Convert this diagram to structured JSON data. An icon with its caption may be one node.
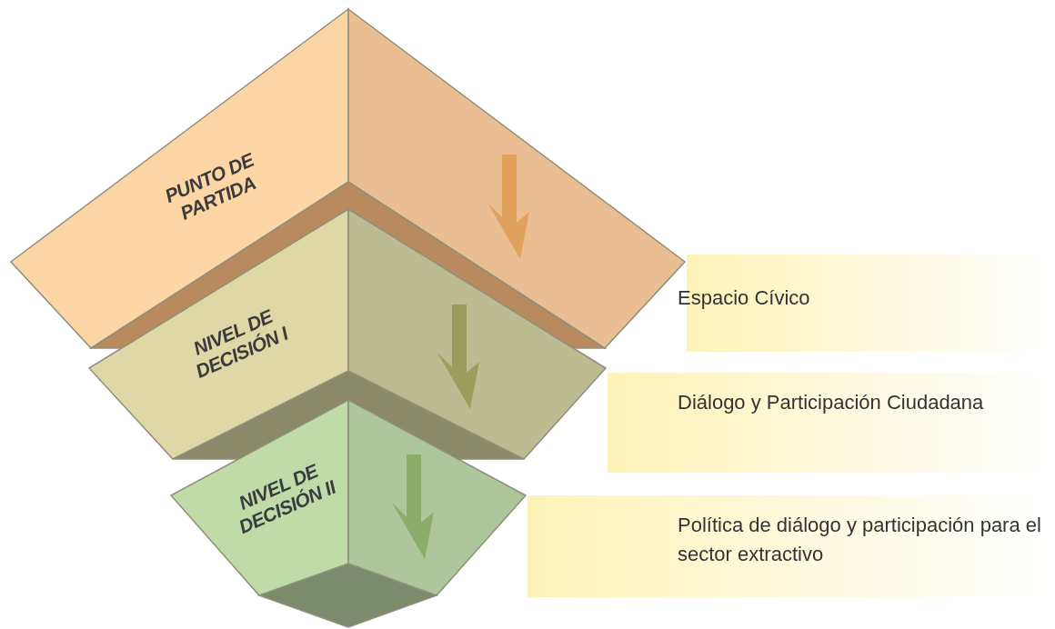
{
  "diagram": {
    "nodes": [
      {
        "text": [
          "PUNTO DE PARTIDA"
        ]
      },
      {
        "text": [
          "NIVEL DE DECISIÓN I"
        ]
      },
      {
        "text": [
          "NIVEL DE DECISIÓN II"
        ]
      },
      {
        "text": [
          "Espacio Cívico"
        ]
      },
      {
        "text": [
          "Diálogo y Participación Ciudadana"
        ]
      },
      {
        "text": [
          "Política de diálogo y participación para el sector extractivo"
        ]
      }
    ]
  }
}
